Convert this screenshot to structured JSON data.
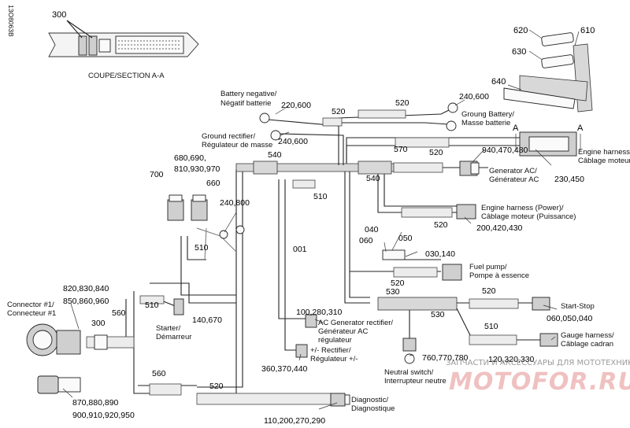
{
  "figure_id": "13O8063B",
  "section_label": "COUPE/SECTION A-A",
  "section_letter": "A",
  "parts": {
    "p300_top": "300",
    "p620": "620",
    "p610": "610",
    "p630": "630",
    "p640": "640",
    "p520_a": "520",
    "p520_b": "520",
    "p220": "220,600",
    "p240_a": "240,600",
    "p240_b": "240,600",
    "p540_a": "540",
    "p540_b": "540",
    "p570": "570",
    "p520_c": "520",
    "p940": "940,470,480",
    "p230": "230,450",
    "p680": "680,690,",
    "p810": "810,930,970",
    "p700": "700",
    "p660": "660",
    "p240_800": "240,800",
    "p510_a": "510",
    "p510_b": "510",
    "p001": "001",
    "p520_d": "520",
    "p200": "200,420,430",
    "p040": "040",
    "p050": "050",
    "p060": "060",
    "p030": "030,140",
    "p520_e": "520",
    "p820": "820,830,840",
    "p850": "850,860,960",
    "p300_mid": "300",
    "p560_a": "560",
    "p510_c": "510",
    "p140": "140,670",
    "p100": "100,280,310",
    "p530_a": "530",
    "p530_b": "530",
    "p520_f": "520",
    "p060_050": "060,050,040",
    "p510_d": "510",
    "p360": "360,370,440",
    "p760": "760,770,780",
    "p120": "120,320,330",
    "p560_b": "560",
    "p520_g": "520",
    "p870": "870,880,890",
    "p900": "900,910,920,950",
    "p110": "110,200,270,290"
  },
  "labels": {
    "battery_neg_1": "Battery negative/",
    "battery_neg_2": "Négatif batterie",
    "ground_rect_1": "Ground rectifier/",
    "ground_rect_2": "Régulateur de masse",
    "ground_batt_1": "Groung Battery/",
    "ground_batt_2": "Masse batterie",
    "engine_harness_1": "Engine harness/",
    "engine_harness_2": "Câblage moteur",
    "gen_ac_1": "Generator AC/",
    "gen_ac_2": "Générateur AC",
    "eng_power_1": "Engine harness (Power)/",
    "eng_power_2": "Câblage moteur (Puissance)",
    "fuel_pump_1": "Fuel pump/",
    "fuel_pump_2": "Pompe à essence",
    "connector1_1": "Connector #1/",
    "connector1_2": "Connecteur #1",
    "starter_1": "Starter/",
    "starter_2": "Démarreur",
    "ac_rect_1": "AC Generator rectifier/",
    "ac_rect_2": "Générateur AC",
    "ac_rect_3": "régulateur",
    "plus_rect_1": "+/- Rectifier/",
    "plus_rect_2": "Régulateur +/-",
    "start_stop": "Start-Stop",
    "gauge_1": "Gauge harness/",
    "gauge_2": "Câblage cadran",
    "neutral_1": "Neutral switch/",
    "neutral_2": "Interrupteur neutre",
    "diag_1": "Diagnostic/",
    "diag_2": "Diagnostique"
  },
  "watermark": {
    "line1": "ЗАПЧАСТИ И АКСЕССУАРЫ ДЛЯ МОТОТЕХНИКИ",
    "line2": "MOTOFOR.RU"
  }
}
